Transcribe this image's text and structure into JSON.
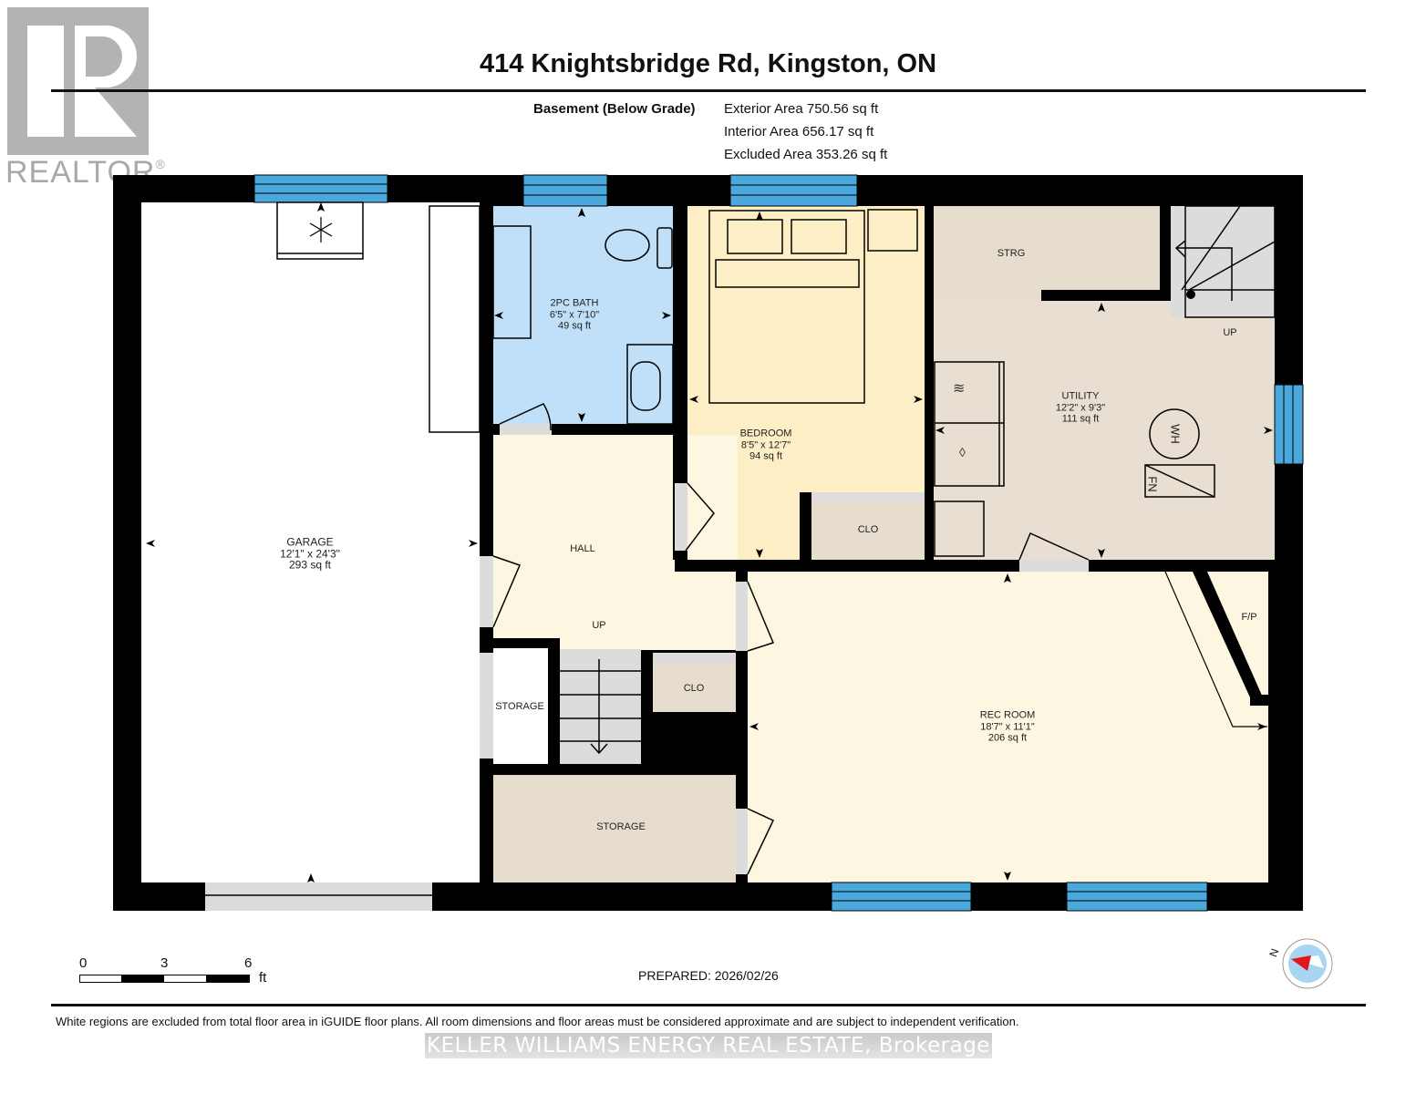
{
  "watermark": {
    "logo_letter": "R",
    "logo_text": "REALTOR",
    "registered": "®"
  },
  "header": {
    "title": "414 Knightsbridge Rd, Kingston, ON",
    "floor_label": "Basement (Below Grade)",
    "areas": [
      "Exterior Area 750.56 sq ft",
      "Interior Area 656.17 sq ft",
      "Excluded Area 353.26 sq ft"
    ]
  },
  "colors": {
    "wall": "#000000",
    "window": "#4aa8dc",
    "bath": "#bfe0f8",
    "bedroom": "#fdeec6",
    "hall": "#fdf6e0",
    "utility": "#e8dfd2",
    "storage": "#e6ddcf",
    "stairs": "#dcdcdc",
    "excluded": "#ffffff",
    "compass_fill": "#a9d4f2",
    "compass_needle": "#e0161b"
  },
  "rooms": {
    "garage": {
      "name": "GARAGE",
      "dims": "12'1\" x 24'3\"",
      "area": "293 sq ft"
    },
    "bath": {
      "name": "2PC BATH",
      "dims": "6'5\" x 7'10\"",
      "area": "49 sq ft"
    },
    "bedroom": {
      "name": "BEDROOM",
      "dims": "8'5\" x 12'7\"",
      "area": "94 sq ft"
    },
    "utility": {
      "name": "UTILITY",
      "dims": "12'2\" x 9'3\"",
      "area": "111 sq ft"
    },
    "rec_room": {
      "name": "REC ROOM",
      "dims": "18'7\" x 11'1\"",
      "area": "206 sq ft"
    },
    "strg": {
      "name": "STRG"
    },
    "hall": {
      "name": "HALL",
      "stairs_note": "UP"
    },
    "utility_stairs": {
      "note": "UP"
    },
    "clo_bedroom": {
      "name": "CLO"
    },
    "clo_hall": {
      "name": "CLO"
    },
    "storage_small": {
      "name": "STORAGE"
    },
    "storage_large": {
      "name": "STORAGE"
    },
    "fireplace": {
      "name": "F/P"
    },
    "water_heater": {
      "label": "WH"
    },
    "furnace": {
      "label": "FN"
    }
  },
  "scale_bar": {
    "ticks": [
      "0",
      "3",
      "6"
    ],
    "unit": "ft"
  },
  "compass": {
    "label": "N"
  },
  "footer": {
    "prepared": "PREPARED: 2026/02/26",
    "disclaimer": "White regions are excluded from total floor area in iGUIDE floor plans. All room dimensions and floor areas must be considered approximate and are subject to independent verification.",
    "brokerage": "KELLER WILLIAMS ENERGY REAL ESTATE, Brokerage"
  }
}
